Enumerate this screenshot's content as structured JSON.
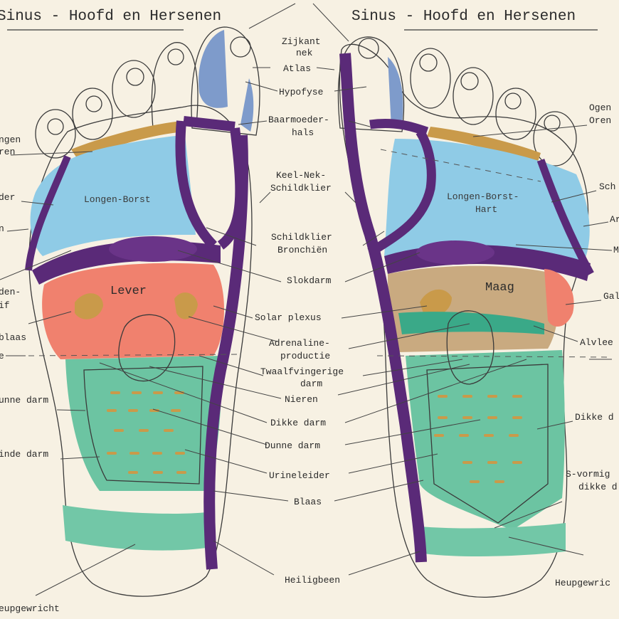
{
  "header": {
    "left_title": "Sinus - Hoofd en Hersenen",
    "right_title": "Sinus - Hoofd en Hersenen"
  },
  "center_labels": {
    "zijkant_nek": [
      "Zijkant",
      "nek"
    ],
    "atlas": "Atlas",
    "hypofyse": "Hypofyse",
    "baarmoederhals": [
      "Baarmoeder-",
      "hals"
    ],
    "keel_nek_schildklier": [
      "Keel-Nek-",
      "Schildklier"
    ],
    "schildklier_bronchien": [
      "Schildklier",
      "Bronchiën"
    ],
    "slokdarm": "Slokdarm",
    "solar_plexus": "Solar plexus",
    "adrenaline": [
      "Adrenaline-",
      "productie"
    ],
    "twaalfvingerige_darm": [
      "Twaalfvingerige",
      "darm"
    ],
    "nieren": "Nieren",
    "dikke_darm": "Dikke darm",
    "dunne_darm": "Dunne darm",
    "urineleider": "Urineleider",
    "blaas": "Blaas",
    "heiligbeen": "Heiligbeen"
  },
  "left_foot": {
    "zones": {
      "longen_borst": "Longen-Borst",
      "lever": "Lever"
    },
    "edge_labels": [
      "ngen",
      "ren",
      "der",
      "n",
      "den-",
      "if",
      "blaas",
      "e",
      "unne darm",
      "inde darm",
      "eupgewricht"
    ]
  },
  "right_foot": {
    "zones": {
      "longen_borst_hart": [
        "Longen-Borst-",
        "Hart"
      ],
      "maag": "Maag"
    },
    "edge_labels": [
      "Ogen",
      "Oren",
      "Sch",
      "Ar",
      "M",
      "Gal",
      "Alvlee",
      "Dikke d",
      "S-vormig",
      "dikke d",
      "Heupgewric"
    ]
  },
  "colors": {
    "background": "#f7f1e3",
    "skin": "#f2cdb0",
    "lungs": "#8fcbe6",
    "liver": "#f0816e",
    "intestine": "#6cc4a2",
    "purple": "#5a2a78",
    "pelvis": "#72c7a7",
    "stomach": "#c9aa80",
    "gold": "#c99a4a",
    "blue_head": "#7e9bcb"
  }
}
